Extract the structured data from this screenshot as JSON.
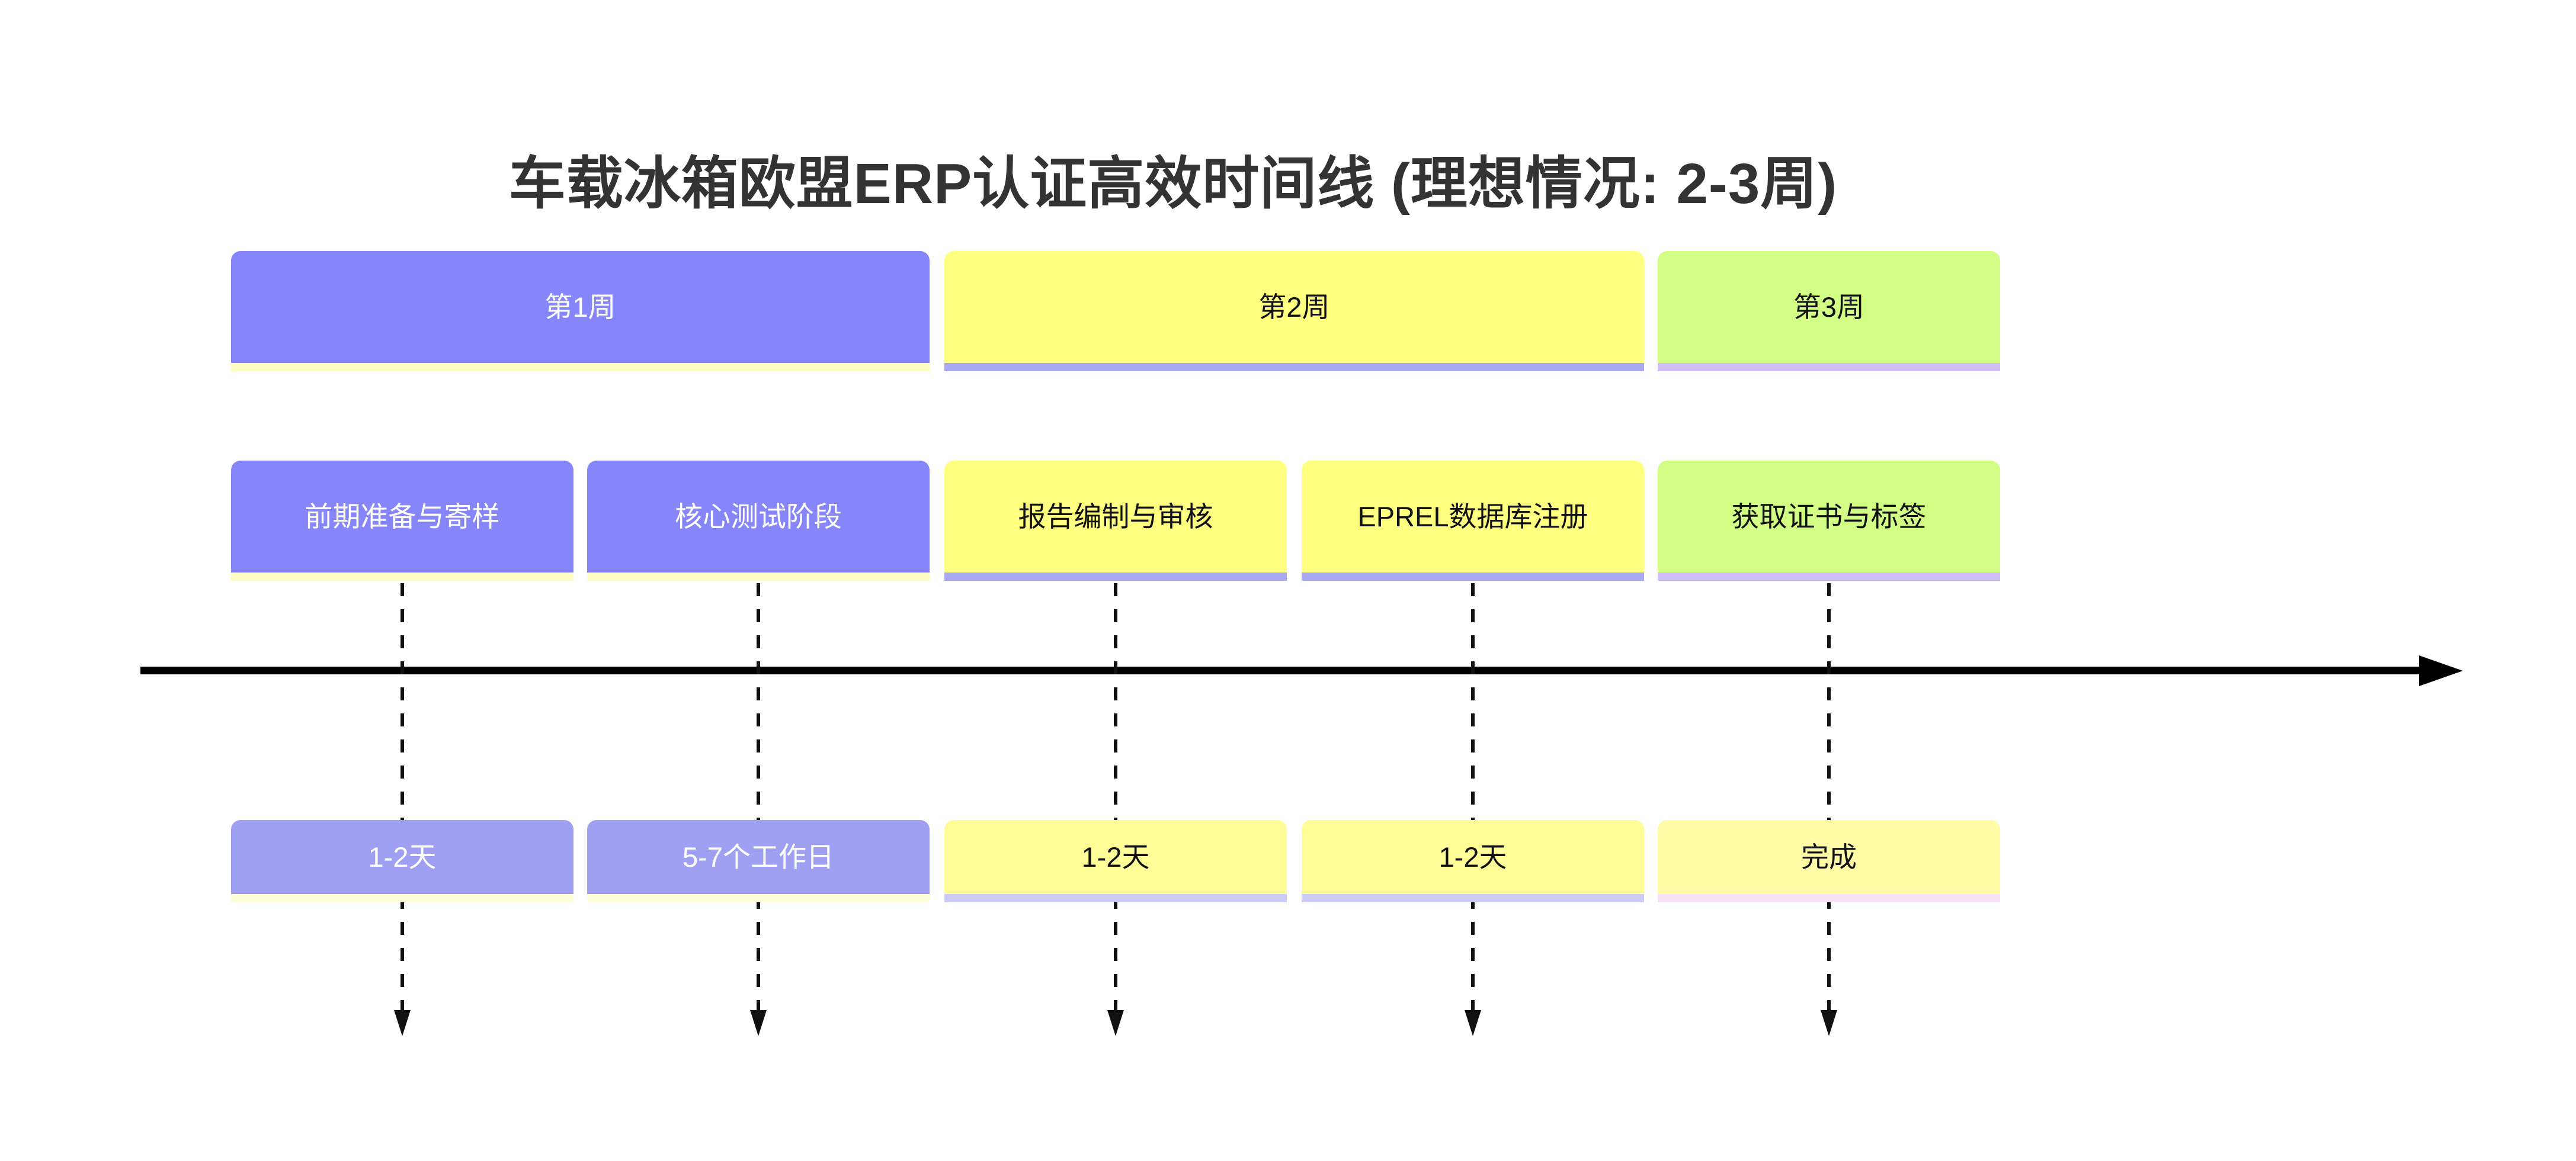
{
  "title": "车载冰箱欧盟ERP认证高效时间线 (理想情况: 2-3周)",
  "colors": {
    "background": "#FFFFFF",
    "title_text": "#333333",
    "axis": "#000000",
    "connector": "#111111",
    "purple": "#8686FA",
    "yellow": "#FFFF80",
    "green": "#D3FE85",
    "purple_light": "#A0A0F2",
    "yellow_light": "#FFFD98",
    "yellow_pale": "#FFFBA6",
    "strip_cream": "#FDFDC4",
    "strip_cream_light": "#FEFED8",
    "strip_periwinkle": "#A9A9F1",
    "strip_periwinkle_light": "#CCCCF8",
    "strip_lavender": "#CFBFF4",
    "strip_pink": "#F8E2F8"
  },
  "weeks": [
    {
      "label": "第1周",
      "fill": "#8686FA",
      "strip": "#FDFDC4",
      "text": "#FFFFFF"
    },
    {
      "label": "第2周",
      "fill": "#FFFF80",
      "strip": "#A9A9F1",
      "text": "#111111"
    },
    {
      "label": "第3周",
      "fill": "#D3FE85",
      "strip": "#CFBFF4",
      "text": "#111111"
    }
  ],
  "tasks": [
    {
      "label": "前期准备与寄样",
      "fill": "#8686FA",
      "strip": "#FDFDC4",
      "text": "#FFFFFF"
    },
    {
      "label": "核心测试阶段",
      "fill": "#8686FA",
      "strip": "#FDFDC4",
      "text": "#FFFFFF"
    },
    {
      "label": "报告编制与审核",
      "fill": "#FFFF80",
      "strip": "#A9A9F1",
      "text": "#111111"
    },
    {
      "label": "EPREL数据库注册",
      "fill": "#FFFF80",
      "strip": "#A9A9F1",
      "text": "#111111"
    },
    {
      "label": "获取证书与标签",
      "fill": "#D3FE85",
      "strip": "#CFBFF4",
      "text": "#111111"
    }
  ],
  "durations": [
    {
      "label": "1-2天",
      "fill": "#A0A0F2",
      "strip": "#FEFED8",
      "text": "#FFFFFF"
    },
    {
      "label": "5-7个工作日",
      "fill": "#A0A0F2",
      "strip": "#FEFED8",
      "text": "#FFFFFF"
    },
    {
      "label": "1-2天",
      "fill": "#FFFD98",
      "strip": "#CCCCF8",
      "text": "#111111"
    },
    {
      "label": "1-2天",
      "fill": "#FFFD98",
      "strip": "#CCCCF8",
      "text": "#111111"
    },
    {
      "label": "完成",
      "fill": "#FFFBA6",
      "strip": "#F8E2F8",
      "text": "#111111"
    }
  ]
}
